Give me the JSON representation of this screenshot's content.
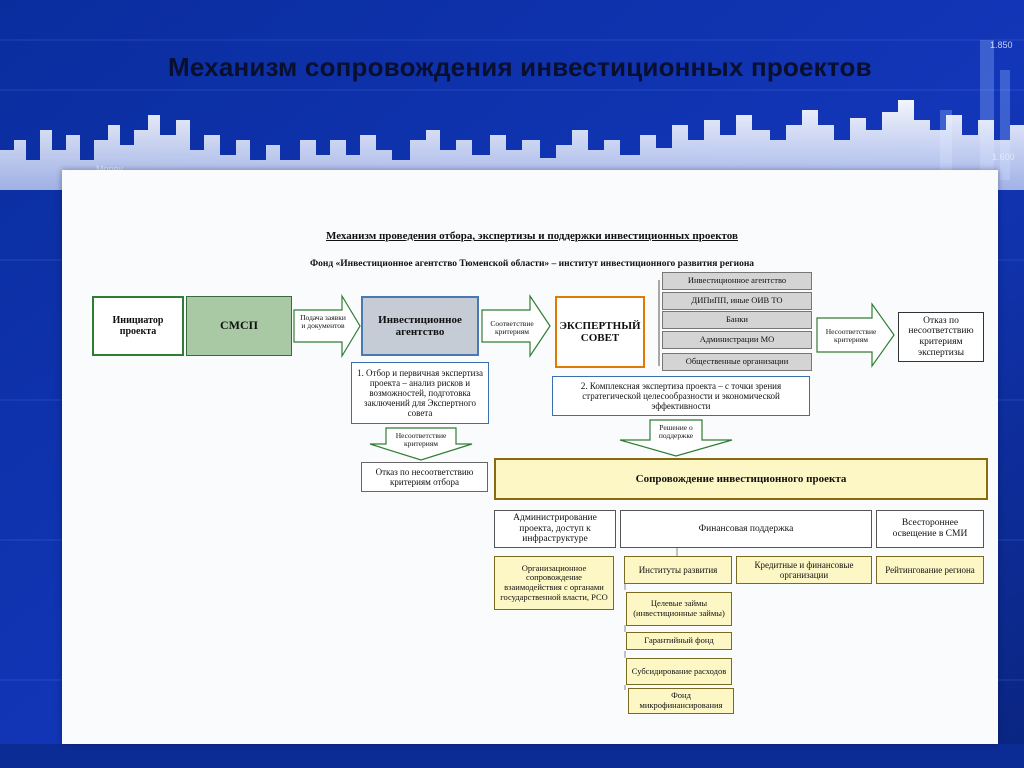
{
  "slide": {
    "title": "Механизм сопровождения инвестиционных проектов",
    "background_tick_labels": [
      "1.850",
      "Money",
      "1.600"
    ]
  },
  "diagram": {
    "heading": "Механизм проведения отбора, экспертизы и поддержки инвестиционных проектов",
    "subheading": "Фонд «Инвестиционное агентство Тюменской области» – институт инвестиционного развития региона",
    "initiator": "Инициатор проекта",
    "smsp": "СМСП",
    "arrow_submit": "Подача заявки и документов",
    "agency": "Инвестиционное агентство",
    "agency_note": "1. Отбор и первичная экспертиза проекта – анализ рисков и возможностей, подготовка заключений для Экспертного совета",
    "arrow_match": "Соответствие критериям",
    "expert_council": "ЭКСПЕРТНЫЙ СОВЕТ",
    "expert_members": [
      "Инвестиционное агентство",
      "ДИПиПП, иные ОИВ ТО",
      "Банки",
      "Администрации МО",
      "Общественные организации"
    ],
    "expert_note": "2. Комплексная экспертиза проекта – с точки зрения стратегической целесообразности и экономической эффективности",
    "arrow_mismatch_right": "Несоответствие критериям",
    "refusal_right": "Отказ по несоответствию критериям экспертизы",
    "arrow_mismatch_down": "Несоответствие критериям",
    "refusal_mid": "Отказ по несоответствию критериям отбора",
    "arrow_decision": "Решение о поддержке",
    "support": "Сопровождение инвестиционного проекта",
    "categories": [
      {
        "label": "Администрирование проекта, доступ к инфраструктуре",
        "items": [
          "Организационное сопровождение взаимодействия с органами государственной власти, РСО"
        ]
      },
      {
        "label": "Финансовая поддержка",
        "items": [
          "Институты развития",
          "Кредитные и финансовые организации",
          "Целевые займы (инвестиционные займы)",
          "Гарантийный фонд",
          "Субсидирование расходов",
          "Фонд микрофинансирования"
        ]
      },
      {
        "label": "Всестороннее освещение в СМИ",
        "items": [
          "Рейтингование региона"
        ]
      }
    ]
  }
}
